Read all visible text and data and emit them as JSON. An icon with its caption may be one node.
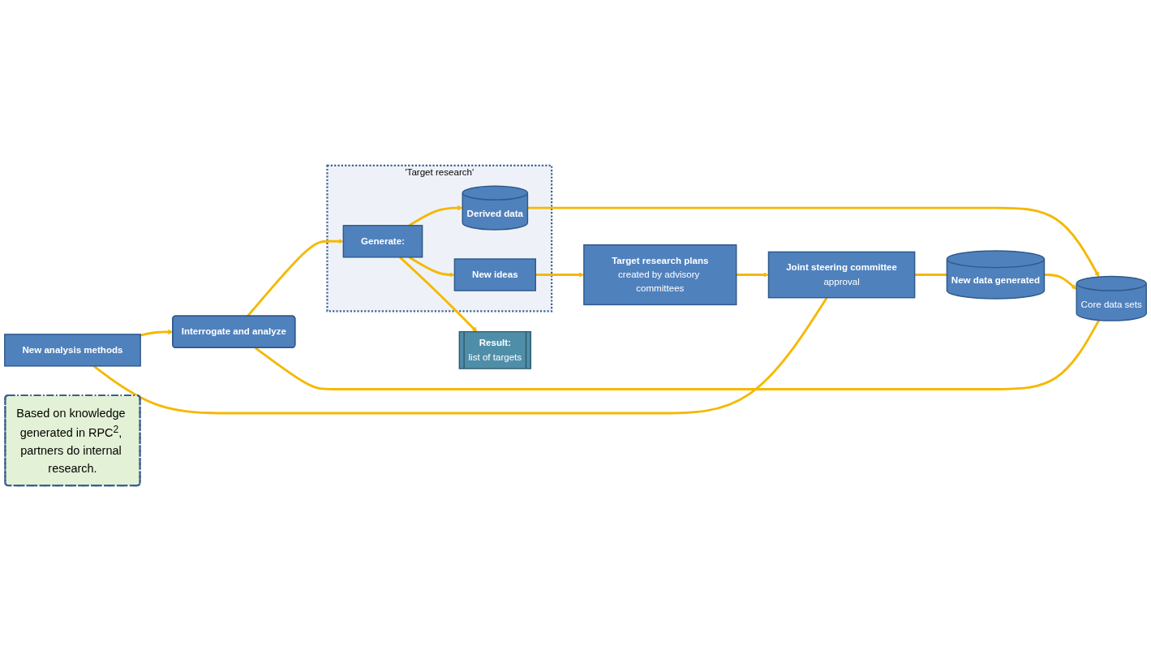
{
  "diagram": {
    "nodes": [
      {
        "text": [
          "New analysis methods"
        ]
      },
      {
        "text": [
          "New data generated"
        ]
      },
      {
        "text": [
          "Core data sets"
        ]
      },
      {
        "text": [
          "Interrogate and analyze"
        ]
      },
      {
        "text": [
          "'Target research'"
        ]
      },
      {
        "text": [
          "Generate:"
        ],
        "in": 4
      },
      {
        "text": [
          "Derived data"
        ],
        "in": 4
      },
      {
        "text": [
          "New ideas"
        ],
        "in": 4
      },
      {
        "text": [
          "Based on knowledge generated in RPC$^{2}$, partners do internal research."
        ]
      },
      {
        "text": [
          "Result:",
          "list of targets"
        ]
      },
      {
        "text": [
          "Joint steering committee",
          "approval"
        ]
      },
      {
        "text": [
          "Target research plans",
          "created by advisory committees"
        ]
      }
    ],
    "edges": [
      {
        "from": 10,
        "to": 0,
        "arrow": "none"
      },
      {
        "from": 10,
        "to": 1,
        "arrow": "none"
      },
      {
        "from": 0,
        "to": 3,
        "arrow": "to"
      },
      {
        "from": 1,
        "to": 2,
        "arrow": "to"
      },
      {
        "from": 2,
        "to": 3,
        "arrow": "none"
      },
      {
        "from": 3,
        "to": 5,
        "arrow": "to"
      },
      {
        "from": 5,
        "to": 6,
        "arrow": "to"
      },
      {
        "from": 5,
        "to": 7,
        "arrow": "to"
      },
      {
        "from": 5,
        "to": 9,
        "arrow": "to"
      },
      {
        "from": 6,
        "to": 2,
        "arrow": "to"
      },
      {
        "from": 7,
        "to": 11,
        "arrow": "to"
      },
      {
        "from": 11,
        "to": 10,
        "arrow": "to"
      }
    ]
  }
}
